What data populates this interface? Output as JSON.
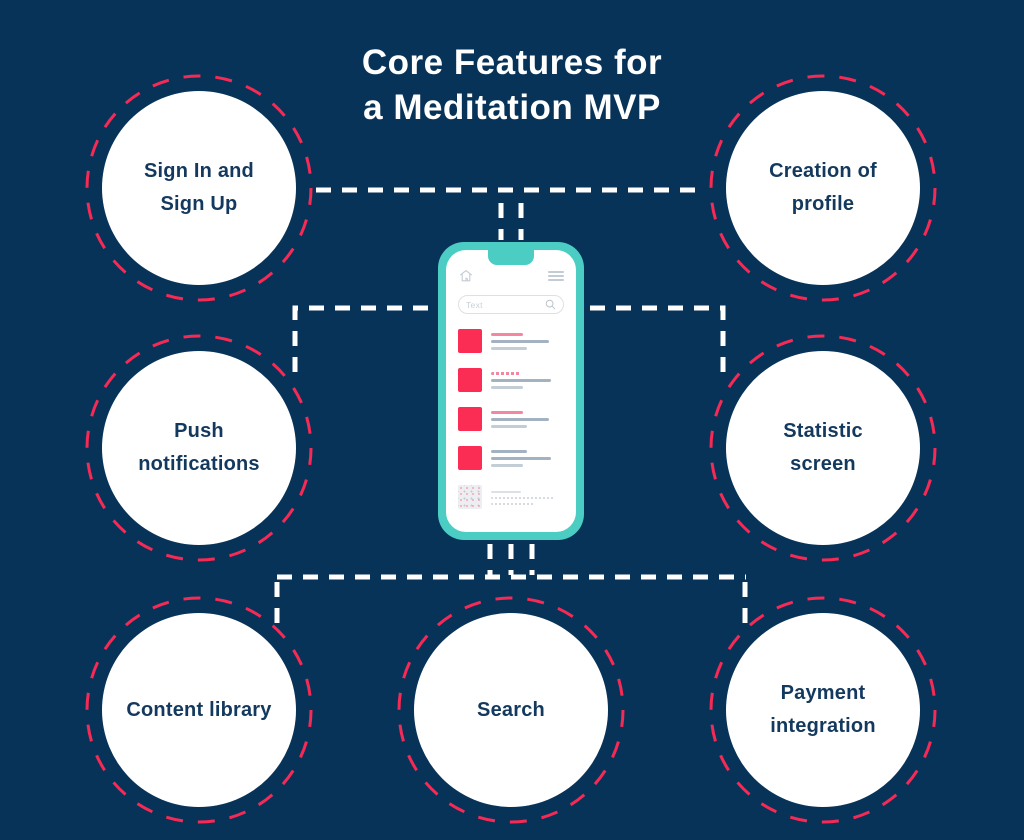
{
  "title": {
    "line1": "Core Features for",
    "line2": "a Meditation MVP"
  },
  "features": [
    {
      "id": "sign-in-sign-up",
      "label": "Sign In and\nSign Up"
    },
    {
      "id": "creation-of-profile",
      "label": "Creation of\nprofile"
    },
    {
      "id": "push-notifications",
      "label": "Push\nnotifications"
    },
    {
      "id": "statistic-screen",
      "label": "Statistic\nscreen"
    },
    {
      "id": "content-library",
      "label": "Content library"
    },
    {
      "id": "search",
      "label": "Search"
    },
    {
      "id": "payment-integration",
      "label": "Payment\nintegration"
    }
  ],
  "phone": {
    "search_placeholder": "Text",
    "icons": {
      "home": "home-icon",
      "menu": "hamburger-menu-icon",
      "search": "magnifier-icon"
    }
  },
  "colors": {
    "background": "#083358",
    "ring_dash": "#F72A56",
    "circle_fill": "#FFFFFF",
    "label_text": "#14395E",
    "title_text": "#FFFFFF",
    "connector": "#FFFFFF",
    "phone_frame": "#4CCDC4",
    "list_accent": "#FC2D55"
  }
}
